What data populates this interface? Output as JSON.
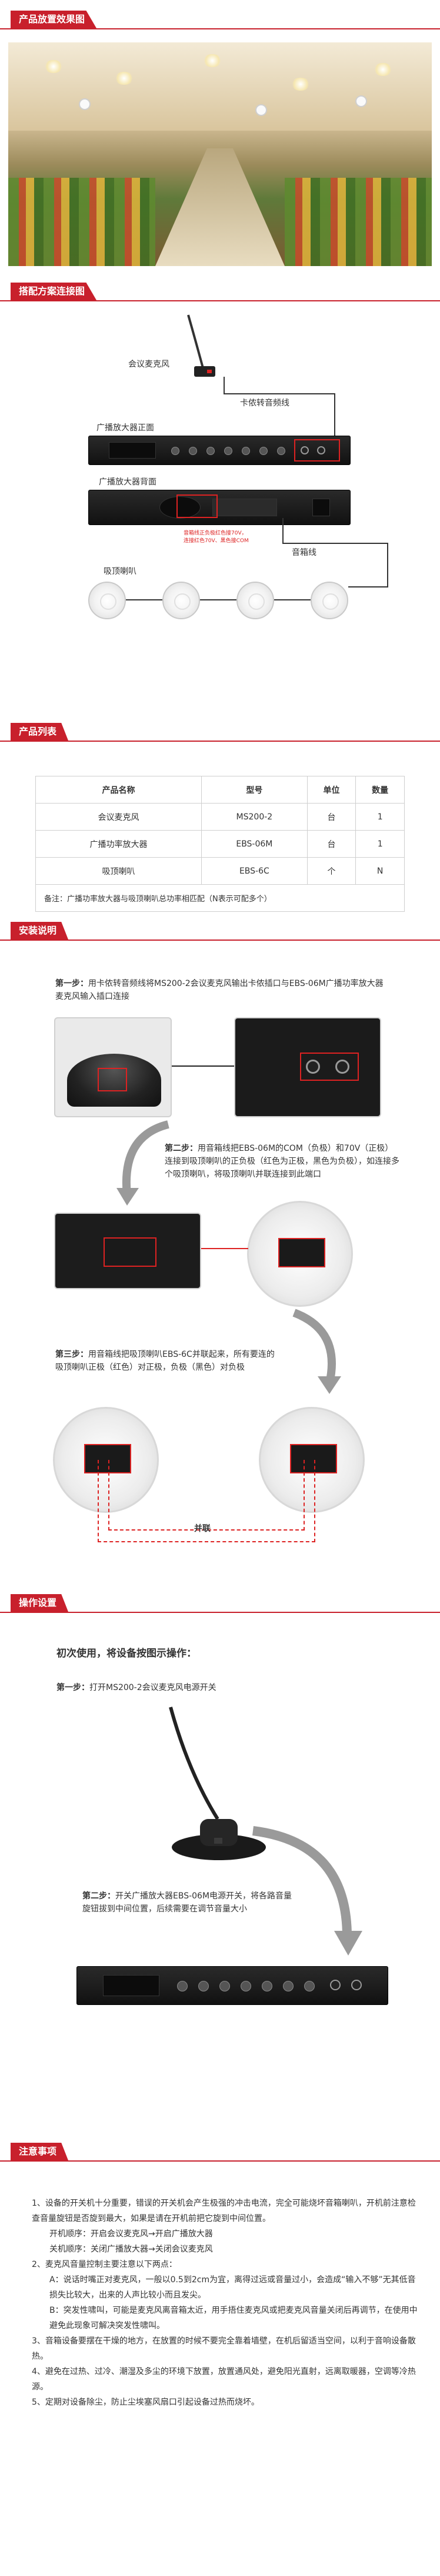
{
  "sections": {
    "effect": "产品放置效果图",
    "connection": "搭配方案连接图",
    "product_list": "产品列表",
    "install": "安装说明",
    "operation": "操作设置",
    "notes": "注意事项"
  },
  "diagram": {
    "mic_label": "会议麦克风",
    "cable_label": "卡侬转音频线",
    "amp_front_label": "广播放大器正面",
    "amp_back_label": "广播放大器背面",
    "speaker_label": "吸顶喇叭",
    "speaker_wire_label": "音箱线",
    "note_line1": "音箱线正负极红色接70V，",
    "note_line2": "连接红色70V、黑色接COM"
  },
  "product_table": {
    "headers": [
      "产品名称",
      "型号",
      "单位",
      "数量"
    ],
    "rows": [
      [
        "会议麦克风",
        "MS200-2",
        "台",
        "1"
      ],
      [
        "广播功率放大器",
        "EBS-06M",
        "台",
        "1"
      ],
      [
        "吸顶喇叭",
        "EBS-6C",
        "个",
        "N"
      ]
    ],
    "remark": "备注：广播功率放大器与吸顶喇叭总功率相匹配（N表示可配多个）"
  },
  "install": {
    "step1_label": "第一步：",
    "step1_text": "用卡侬转音频线将MS200-2会议麦克风输出卡侬插口与EBS-06M广播功率放大器麦克风输入插口连接",
    "step2_label": "第二步：",
    "step2_text": "用音箱线把EBS-06M的COM（负极）和70V（正极）连接到吸顶喇叭的正负极（红色为正极，黑色为负极），如连接多个吸顶喇叭，将吸顶喇叭并联连接到此端口",
    "step3_label": "第三步：",
    "step3_text": "用音箱线把吸顶喇叭EBS-6C并联起来，所有要连的吸顶喇叭正极（红色）对正极，负极（黑色）对负极",
    "parallel_label": "并联"
  },
  "operation": {
    "intro": "初次使用，将设备按图示操作：",
    "step1_label": "第一步：",
    "step1_text": "打开MS200-2会议麦克风电源开关",
    "step2_label": "第二步：",
    "step2_text": "开关广播放大器EBS-06M电源开关，将各路音量旋钮拔到中间位置，后续需要在调节音量大小"
  },
  "notes": [
    "1、设备的开关机十分重要，错误的开关机会产生极强的冲击电流，完全可能烧坏音箱喇叭，开机前注意检查音量旋钮是否旋到最大，如果是请在开机前把它旋到中间位置。",
    "开机顺序：开启会议麦克风→开启广播放大器",
    "关机顺序：关闭广播放大器→关闭会议麦克风",
    "2、麦克风音量控制主要注意以下两点：",
    "A：说话时嘴正对麦克风，一般以0.5到2cm为宜，离得过远或音量过小，会造成“输入不够”无其低音损失比较大，出来的人声比较小而且发尖。",
    "B：突发性啸叫，可能是麦克风离音箱太近，用手捂住麦克风或把麦克风音量关闭后再调节，在使用中避免此现象可解决突发性啸叫。",
    "3、音箱设备要摆在干燥的地方，在放置的时候不要完全靠着墙壁，在机后留适当空间，以利于音响设备散热。",
    "4、避免在过热、过冷、潮湿及多尘的环境下放置，放置通风处，避免阳光直射，远离取暖器，空调等冷热源。",
    "5、定期对设备除尘，防止尘埃塞风扇口引起设备过热而烧坏。"
  ],
  "colors": {
    "accent": "#c8202c"
  }
}
